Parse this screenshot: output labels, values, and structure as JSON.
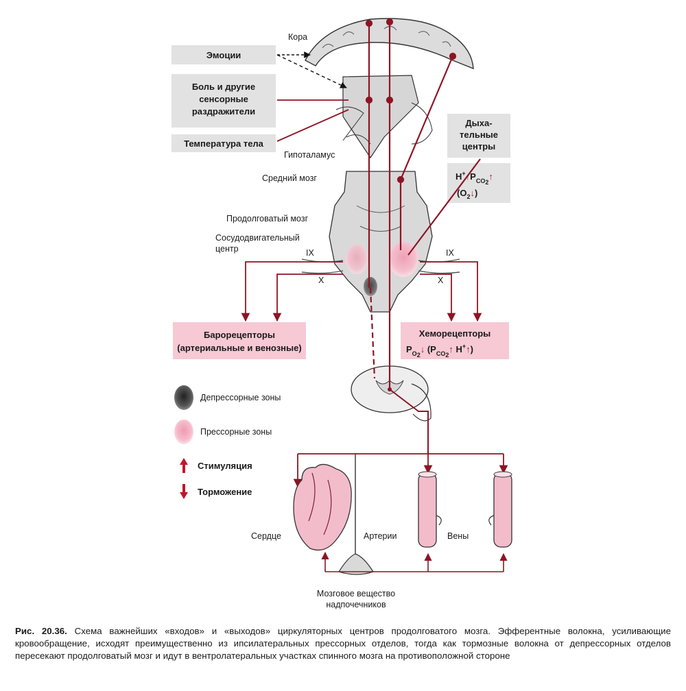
{
  "labels": {
    "cortex": "Кора",
    "emotions": "Эмоции",
    "pain_l1": "Боль и другие",
    "pain_l2": "сенсорные",
    "pain_l3": "раздражители",
    "body_temp": "Температура тела",
    "hypothalamus": "Гипоталамус",
    "midbrain": "Средний мозг",
    "medulla": "Продолговатый мозг",
    "vasomotor_l1": "Сосудодвигательный",
    "vasomotor_l2": "центр",
    "resp_l1": "Дыха-",
    "resp_l2": "тельные",
    "resp_l3": "центры",
    "nerve_ix": "IX",
    "nerve_x": "X",
    "baro_l1": "Барорецепторы",
    "baro_l2": "(артериальные и венозные)",
    "chemo_title": "Хеморецепторы",
    "depressor": "Депрессорные зоны",
    "pressor": "Прессорные зоны",
    "stimulation": "Стимуляция",
    "inhibition": "Торможение",
    "heart": "Сердце",
    "arteries": "Артерии",
    "veins": "Вены",
    "adrenal_l1": "Мозговое вещество",
    "adrenal_l2": "надпочечников"
  },
  "caption": {
    "figure_label": "Рис. 20.36.",
    "text": "Схема важнейших «входов» и «выходов» циркуляторных центров продолговатого мозга. Эфферентные волокна, усиливающие кровообращение, исходят преимущественно из ипсилатеральных прессорных отделов, тогда как тормозные волокна от депрессорных отделов пересекают продолговатый мозг и идут в вентролатеральных участках спинного мозга на противоположной стороне"
  },
  "colors": {
    "accent_red": "#b0182a",
    "pressor_pink": "#f3bccb",
    "box_gray": "#e2e2e2",
    "box_pink": "#f6c9d4",
    "brain_gray": "#d9d9d9"
  }
}
